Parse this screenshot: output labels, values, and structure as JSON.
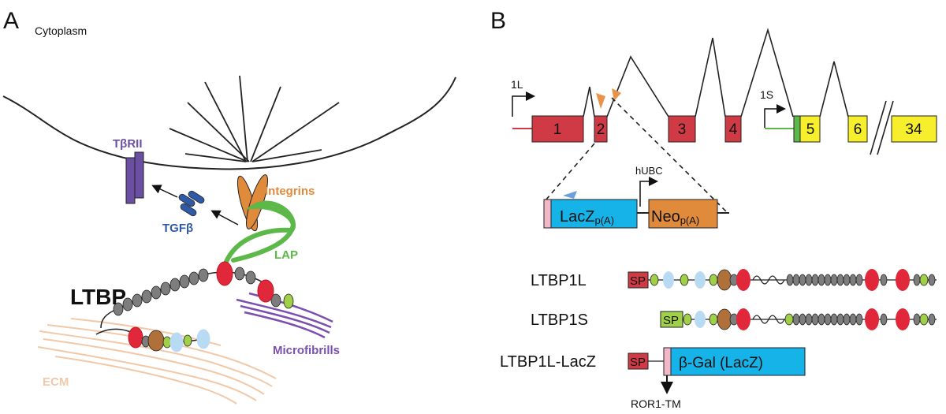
{
  "panel_a": {
    "letter": "A",
    "cytoplasm": "Cytoplasm",
    "receptor": "TβRII",
    "integrins": "Integrins",
    "tgfb": "TGFβ",
    "lap": "LAP",
    "ltbp": "LTBP",
    "microfibrils": "Microfibrills",
    "ecm": "ECM"
  },
  "panel_b": {
    "letter": "B",
    "promoter_1L": "1L",
    "promoter_1S": "1S",
    "exons": [
      {
        "label": "1",
        "color": "#cf3a44"
      },
      {
        "label": "2",
        "color": "#cf3a44"
      },
      {
        "label": "3",
        "color": "#cf3a44"
      },
      {
        "label": "4",
        "color": "#cf3a44"
      },
      {
        "label": "5",
        "color": "#f7ef2c"
      },
      {
        "label": "6",
        "color": "#f7ef2c"
      },
      {
        "label": "34",
        "color": "#f7ef2c"
      }
    ],
    "cassette": {
      "lacz": "LacZ",
      "lacz_sub": "p(A)",
      "hubc": "hUBC",
      "neo": "Neo",
      "neo_sub": "p(A)"
    },
    "proteins": [
      {
        "name": "LTBP1L",
        "sp": "SP"
      },
      {
        "name": "LTBP1S",
        "sp": "SP"
      },
      {
        "name": "LTBP1L-LacZ",
        "sp": "SP",
        "fusion": "β-Gal (LacZ)",
        "tm": "ROR1-TM"
      }
    ]
  },
  "colors": {
    "receptor": "#6a4fa3",
    "integrin": "#e08a3c",
    "tgfb": "#2f5aa8",
    "lap": "#5cb848",
    "ecm": "#f2c9a8",
    "microfibril": "#7b4fb0",
    "exon_red": "#cf3a44",
    "exon_yellow": "#f7ef2c",
    "lacz": "#16b3e8",
    "neo": "#e08a3c",
    "cb_green": "#9fd048",
    "egf_grey": "#7d7d7d",
    "tb_red": "#e0283a",
    "light_blue": "#b8daf2",
    "brown": "#b0703a"
  }
}
